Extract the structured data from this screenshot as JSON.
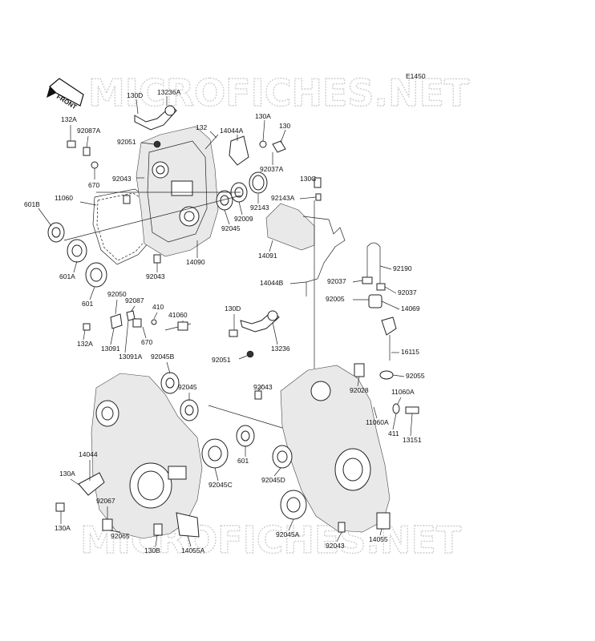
{
  "diagram_code": "E1450",
  "front_label": "FRONT",
  "watermark": "MICROFICHES.NET",
  "labels": [
    "130D",
    "13236A",
    "132A",
    "92087A",
    "92051",
    "132",
    "14044A",
    "130A",
    "130",
    "670",
    "92043",
    "92037A",
    "11060",
    "130C",
    "601B",
    "92143A",
    "92143",
    "92009",
    "92045",
    "14091",
    "601A",
    "14090",
    "92043",
    "92190",
    "14044B",
    "92037",
    "92037",
    "601",
    "92050",
    "92087",
    "92005",
    "14069",
    "410",
    "41060",
    "130D",
    "132A",
    "670",
    "13091",
    "13091A",
    "92045B",
    "13236",
    "16115",
    "92051",
    "92055",
    "92045",
    "92043",
    "92028",
    "11060A",
    "14044",
    "11060A",
    "411",
    "601",
    "13151",
    "130A",
    "92045C",
    "92045D",
    "92067",
    "92065",
    "130A",
    "130B",
    "14055A",
    "92045A",
    "92043",
    "14055"
  ]
}
